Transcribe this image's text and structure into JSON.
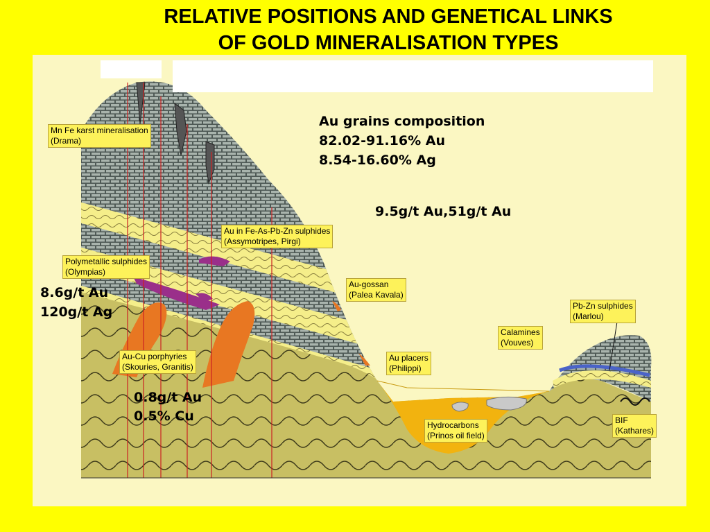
{
  "title": {
    "line1": "RELATIVE POSITIONS AND GENETICAL LINKS",
    "line2": "OF GOLD MINERALISATION TYPES"
  },
  "labels": {
    "mn_fe_karst": {
      "line1": "Mn Fe karst mineralisation",
      "line2": "(Drama)"
    },
    "au_fe_as": {
      "line1": "Au in Fe-As-Pb-Zn  sulphides",
      "line2": "(Assymotripes, Pirgi)"
    },
    "polymetallic": {
      "line1": "Polymetallic sulphides",
      "line2": "(Olympias)"
    },
    "au_gossan": {
      "line1": "Au-gossan",
      "line2": "(Palea Kavala)"
    },
    "au_cu_porphyries": {
      "line1": "Au-Cu porphyries",
      "line2": "(Skouries, Granitis)"
    },
    "au_placers": {
      "line1": "Au placers",
      "line2": "(Philippi)"
    },
    "calamines": {
      "line1": "Calamines",
      "line2": "(Vouves)"
    },
    "pb_zn": {
      "line1": "Pb-Zn sulphides",
      "line2": "(Marlou)"
    },
    "hydrocarbons": {
      "line1": "Hydrocarbons",
      "line2": "(Prinos oil field)"
    },
    "bif": {
      "line1": "BIF",
      "line2": "(Kathares)"
    }
  },
  "grades": {
    "composition_title": "Au grains composition",
    "composition_au": "82.02-91.16% Au",
    "composition_ag": "8.54-16.60% Ag",
    "sulphide_grades": "9.5g/t Au,51g/t Au",
    "olympias_au": "8.6g/t Au",
    "olympias_ag": "120g/t Ag",
    "porphyry_au": "0.8g/t Au",
    "porphyry_cu": "0.5% Cu"
  },
  "colors": {
    "background": "#ffff00",
    "panel": "#fbf7c2",
    "olive_bedrock": "#c8bf63",
    "yellow_layer": "#f5ee8a",
    "karst_hatch": "#7f8a80",
    "purple_sulphide": "#9a2f8a",
    "orange_porphyry": "#e87722",
    "basin_fill": "#f2b30f",
    "red_fault": "#cc2222",
    "blue_lens": "#4a63c8"
  }
}
